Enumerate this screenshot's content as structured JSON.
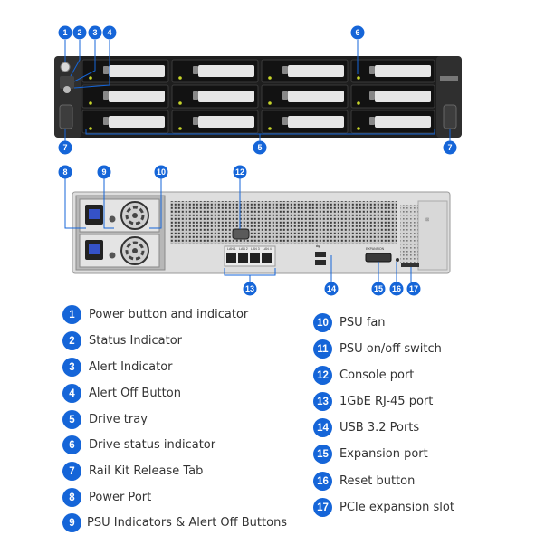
{
  "legend_left": [
    {
      "num": "1",
      "label": "Power button and indicator"
    },
    {
      "num": "2",
      "label": "Status Indicator"
    },
    {
      "num": "3",
      "label": "Alert Indicator"
    },
    {
      "num": "4",
      "label": "Alert Off Button"
    },
    {
      "num": "5",
      "label": "Drive tray"
    },
    {
      "num": "6",
      "label": "Drive status indicator"
    },
    {
      "num": "7",
      "label": "Rail Kit Release Tab"
    },
    {
      "num": "8",
      "label": "Power Port"
    },
    {
      "num": "9",
      "label": "PSU Indicators & Alert Off Buttons"
    }
  ],
  "legend_right": [
    {
      "num": "10",
      "label": "PSU fan"
    },
    {
      "num": "11",
      "label": "PSU on/off switch"
    },
    {
      "num": "12",
      "label": "Console port"
    },
    {
      "num": "13",
      "label": "1GbE RJ-45 port"
    },
    {
      "num": "14",
      "label": "USB 3.2 Ports"
    },
    {
      "num": "15",
      "label": "Expansion port"
    },
    {
      "num": "16",
      "label": "Reset button"
    },
    {
      "num": "17",
      "label": "PCIe expansion slot"
    }
  ],
  "front_callouts": [
    "1",
    "2",
    "3",
    "4",
    "6",
    "7",
    "5",
    "7"
  ],
  "rear_callouts": [
    "8",
    "9",
    "10",
    "12",
    "13",
    "14",
    "15",
    "16",
    "17"
  ],
  "port_labels": {
    "lan": [
      "LAN 1",
      "LAN 2",
      "LAN 3",
      "LAN 4"
    ],
    "expansion": "EXPANSION"
  },
  "colors": {
    "badge": "#1565d8",
    "chassis": "#2b2b2b",
    "led": "#c8d62a"
  }
}
